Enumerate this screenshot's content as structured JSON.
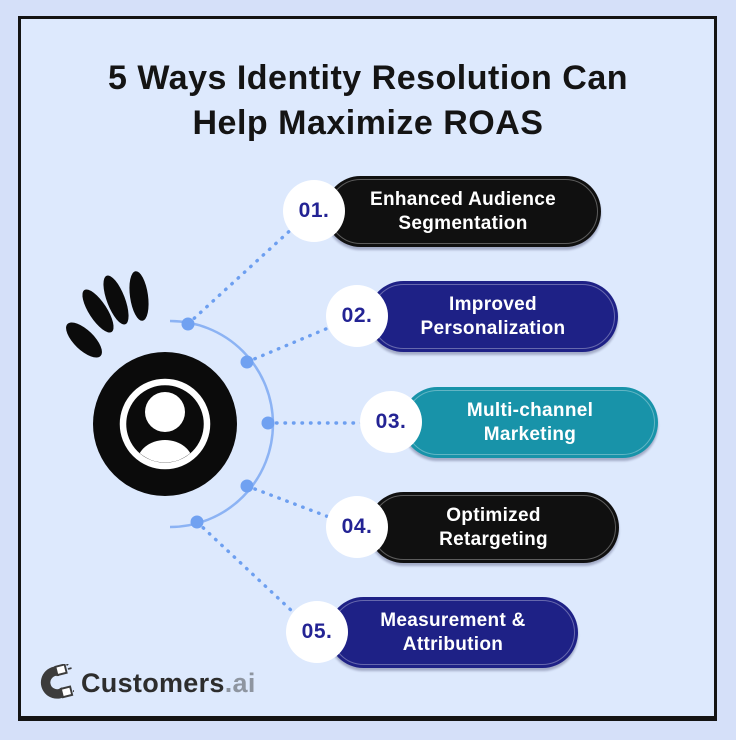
{
  "title": {
    "line1": "5 Ways Identity Resolution Can",
    "line2": "Help Maximize ROAS"
  },
  "steps": [
    {
      "num": "01.",
      "label": "Enhanced Audience Segmentation",
      "bg": "#101010"
    },
    {
      "num": "02.",
      "label": "Improved Personalization",
      "bg": "#1e2186"
    },
    {
      "num": "03.",
      "label": "Multi-channel Marketing",
      "bg": "#1893a9"
    },
    {
      "num": "04.",
      "label": "Optimized Retargeting",
      "bg": "#101010"
    },
    {
      "num": "05.",
      "label": "Measurement & Attribution",
      "bg": "#1e2186"
    }
  ],
  "footer": {
    "brand": "Customers",
    "suffix": ".ai"
  },
  "icons": {
    "center": "person-avatar-icon",
    "emphasis": "emphasis-strokes-icon",
    "logo": "magnet-icon"
  },
  "colors": {
    "background_outer": "#d5e0f9",
    "background_inner": "#dde9fd",
    "frame_border": "#141414",
    "pill_black": "#101010",
    "pill_navy": "#1e2186",
    "pill_teal": "#1893a9",
    "pill_text": "#ffffff",
    "badge_bg": "#ffffff",
    "badge_text": "#232394",
    "connector_blue": "#6d9ff0",
    "arc_blue": "#8cb3f4",
    "title_text": "#141414",
    "brand_text": "#2d2d2d",
    "brand_suffix": "#8e95a0"
  }
}
